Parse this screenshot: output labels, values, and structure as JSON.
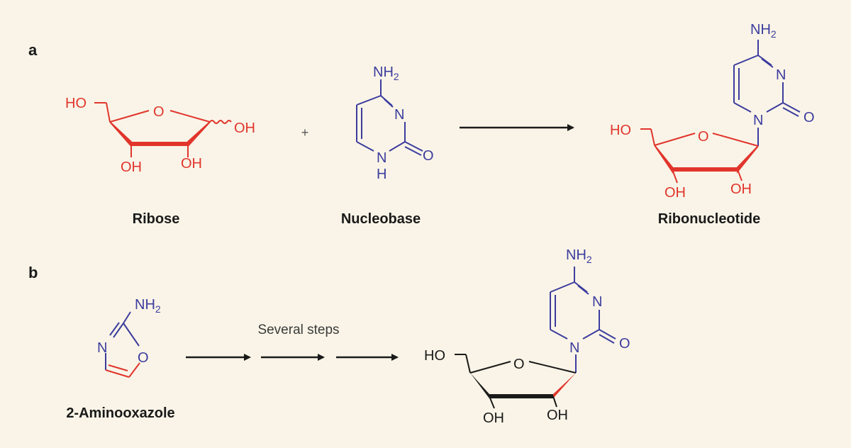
{
  "panels": {
    "a": "a",
    "b": "b"
  },
  "plus": "+",
  "names": {
    "ribose": "Ribose",
    "nucleobase": "Nucleobase",
    "ribonucleotide": "Ribonucleotide",
    "aminooxazole": "2-Aminooxazole"
  },
  "steps_label": "Several steps",
  "atoms": {
    "ho": "HO",
    "oh": "OH",
    "o": "O",
    "n": "N",
    "h": "H",
    "nh": "NH",
    "sub2": "2"
  },
  "colors": {
    "sugar_red": "#e1352c",
    "base_blue": "#3c3c9e",
    "black": "#1a1a1a",
    "background": "#f9f4e7"
  }
}
